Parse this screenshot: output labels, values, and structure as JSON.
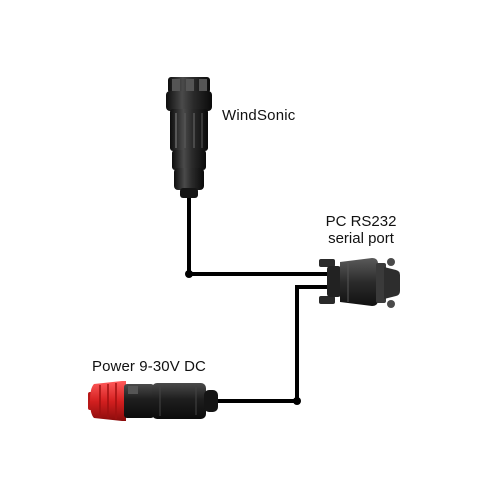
{
  "labels": {
    "windsonic": "WindSonic",
    "pc_line1": "PC RS232",
    "pc_line2": "serial port",
    "power": "Power 9-30V DC"
  },
  "colors": {
    "cable": "#000000",
    "connector_dark": "#1c1c1c",
    "connector_mid": "#3a3a3a",
    "plug_red": "#d42020",
    "background": "#ffffff"
  }
}
